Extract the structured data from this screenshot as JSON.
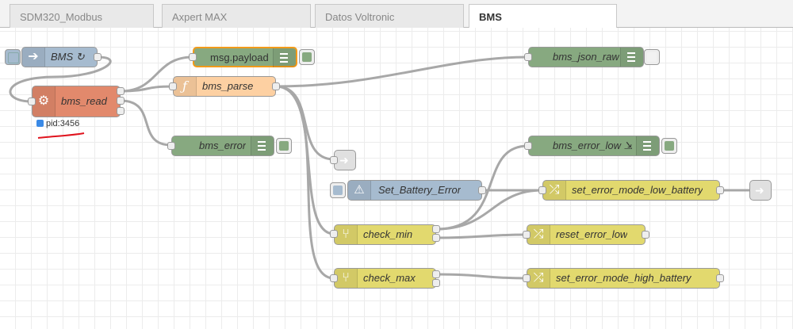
{
  "tabs": [
    {
      "label": "SDM320_Modbus"
    },
    {
      "label": "Axpert MAX"
    },
    {
      "label": "Datos Voltronic"
    },
    {
      "label": "BMS"
    }
  ],
  "nodes": {
    "inject": {
      "label": "BMS ↻"
    },
    "exec": {
      "label": "bms_read",
      "status": "pid:3456"
    },
    "debug_payload": {
      "label": "msg.payload"
    },
    "function": {
      "label": "bms_parse"
    },
    "debug_error": {
      "label": "bms_error"
    },
    "debug_json": {
      "label": "bms_json_raw"
    },
    "debug_error_low": {
      "label": "bms_error_low ⇲"
    },
    "catch": {
      "label": "Set_Battery_Error"
    },
    "change_low": {
      "label": "set_error_mode_low_battery"
    },
    "switch_min": {
      "label": "check_min"
    },
    "change_reset": {
      "label": "reset_error_low"
    },
    "switch_max": {
      "label": "check_max"
    },
    "change_high": {
      "label": "set_error_mode_high_battery"
    }
  },
  "icons": {
    "inject": "arrow-right-icon",
    "exec": "gear-icon",
    "function": "function-icon",
    "catch": "warning-icon",
    "switch": "switch-fork-icon",
    "change": "shuffle-icon",
    "link": "link-icon",
    "debug": "list-icon"
  },
  "colors": {
    "debug": "#87a980",
    "function": "#fdd0a2",
    "exec": "#e2896c",
    "inject": "#a6bbcf",
    "change": "#e2d96e",
    "wire": "#999999",
    "annotation": "#e0141e"
  }
}
